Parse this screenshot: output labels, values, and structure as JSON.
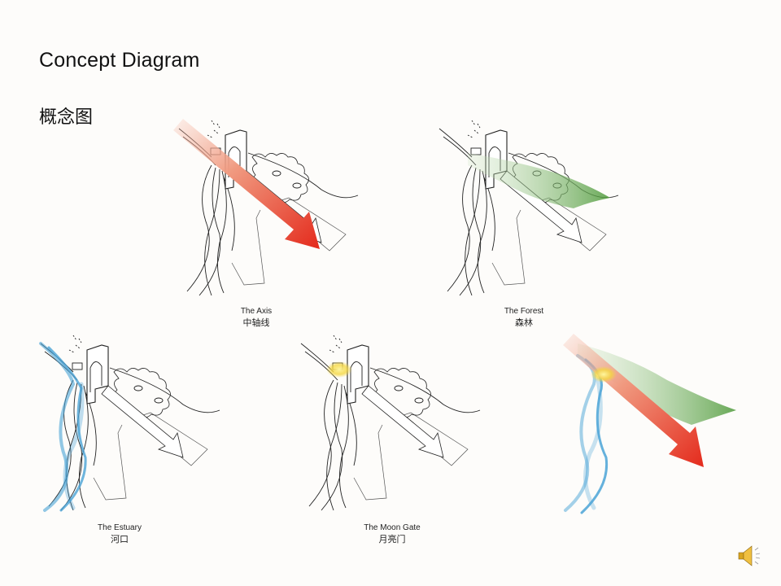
{
  "slide": {
    "title": "Concept Diagram",
    "subtitle": "概念图"
  },
  "panels": [
    {
      "label_en": "The Axis",
      "label_zh": "中轴线",
      "highlight": "axis",
      "color": "#e8392a"
    },
    {
      "label_en": "The Forest",
      "label_zh": "森林",
      "highlight": "forest",
      "color": "#5fa24a"
    },
    {
      "label_en": "The Estuary",
      "label_zh": "河口",
      "highlight": "estuary",
      "color": "#4aa3d6"
    },
    {
      "label_en": "The Moon Gate",
      "label_zh": "月亮门",
      "highlight": "moon-gate",
      "color": "#f2d23a"
    },
    {
      "highlight": "composite"
    }
  ],
  "audio": {
    "icon": "speaker-icon"
  }
}
